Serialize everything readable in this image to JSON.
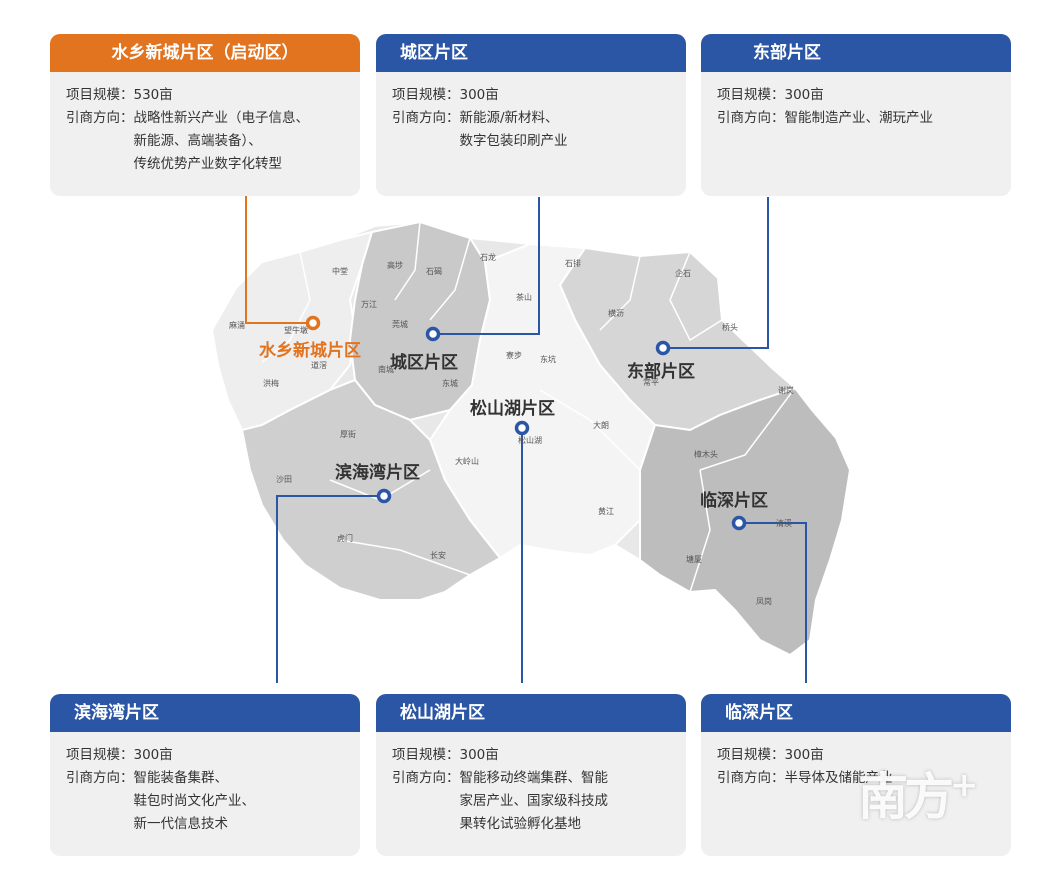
{
  "cards": {
    "shuixiang": {
      "title": "水乡新城片区（启动区）",
      "scale_label": "项目规模：",
      "scale": "530亩",
      "dir_label": "引商方向：",
      "dir_lines": [
        "战略性新兴产业（电子信息、",
        "新能源、高端装备）、",
        "传统优势产业数字化转型"
      ]
    },
    "chengqu": {
      "title": "城区片区",
      "scale_label": "项目规模：",
      "scale": "300亩",
      "dir_label": "引商方向：",
      "dir_lines": [
        "新能源/新材料、",
        "数字包装印刷产业"
      ]
    },
    "dongbu": {
      "title": "东部片区",
      "scale_label": "项目规模：",
      "scale": "300亩",
      "dir_label": "引商方向：",
      "dir_lines": [
        "智能制造产业、潮玩产业"
      ]
    },
    "binhaiwan": {
      "title": "滨海湾片区",
      "scale_label": "项目规模：",
      "scale": "300亩",
      "dir_label": "引商方向：",
      "dir_lines": [
        "智能装备集群、",
        "鞋包时尚文化产业、",
        "新一代信息技术"
      ]
    },
    "songshanhu": {
      "title": "松山湖片区",
      "scale_label": "项目规模：",
      "scale": "300亩",
      "dir_label": "引商方向：",
      "dir_lines": [
        "智能移动终端集群、智能",
        "家居产业、国家级科技成",
        "果转化试验孵化基地"
      ]
    },
    "linshen": {
      "title": "临深片区",
      "scale_label": "项目规模：",
      "scale": "300亩",
      "dir_label": "引商方向：",
      "dir_lines": [
        "半导体及储能产业"
      ]
    }
  },
  "map": {
    "zone_labels": {
      "shuixiang": "水乡新城片区",
      "chengqu": "城区片区",
      "dongbu": "东部片区",
      "songshanhu": "松山湖片区",
      "binhaiwan": "滨海湾片区",
      "linshen": "临深片区"
    },
    "towns": {
      "zhongtang": "中堂",
      "gaobu": "高埗",
      "shijie": "石碣",
      "shilong": "石龙",
      "shipai": "石排",
      "qishi": "企石",
      "machong": "麻涌",
      "wangniudun": "望牛墩",
      "wanjiang": "万江",
      "guancheng": "莞城",
      "chashan": "茶山",
      "hengli": "横沥",
      "qiaotou": "桥头",
      "daojiao": "道滘",
      "hongmei": "洪梅",
      "nancheng": "南城",
      "liaobu": "寮步",
      "dongkeng": "东坑",
      "changping": "常平",
      "xiegang": "谢岗",
      "dongcheng": "东城",
      "songshanhu": "松山湖",
      "dalang": "大朗",
      "houjie": "厚街",
      "zhangmutou": "樟木头",
      "dalingshan": "大岭山",
      "shatian": "沙田",
      "huangjiang": "黄江",
      "qingxi": "清溪",
      "humen": "虎门",
      "tangxia": "塘厦",
      "changan": "长安",
      "fenggang": "凤岗"
    },
    "colors": {
      "orange": "#e2731f",
      "blue": "#2b56a5"
    }
  },
  "watermark": {
    "text": "南方",
    "plus": "+"
  }
}
